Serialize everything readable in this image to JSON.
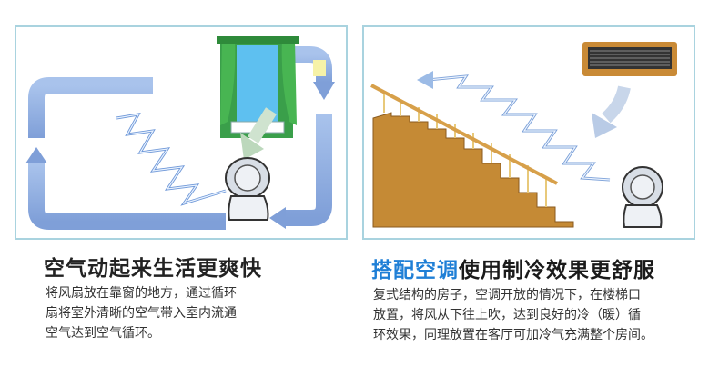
{
  "left": {
    "heading": "空气动起来生活更爽快",
    "lines": [
      "将风扇放在靠窗的地方，通过循环",
      "扇将室外清晰的空气带入室内流通",
      "空气达到空气循环。"
    ]
  },
  "right": {
    "heading_highlight": "搭配空调",
    "heading_rest": "使用制冷效果更舒服",
    "lines": [
      "复式结构的房子，空调开放的情况下，在楼梯口",
      "放置，将风从下往上吹，达到良好的冷（暖）循",
      "环效果，同理放置在客厅可加冷气充满整个房间。"
    ]
  },
  "colors": {
    "panel_border": "#a9d3df",
    "loop_arrow": "#8fb0e0",
    "highlight": "#1f7fd6",
    "stairs": "#c58a35",
    "handrail": "#d7a04a",
    "window_sky": "#5ec0f0",
    "curtain": "#3aa64a"
  }
}
